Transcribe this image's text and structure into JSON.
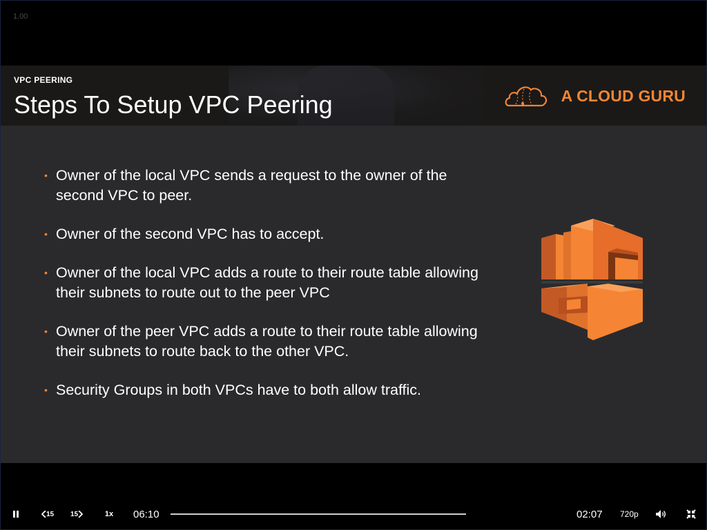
{
  "overlay": {
    "speed_indicator": "1.00"
  },
  "slide": {
    "section_label": "VPC PEERING",
    "title": "Steps To Setup VPC Peering",
    "brand": {
      "name": "A CLOUD GURU",
      "color": "#f58534"
    },
    "bullets": [
      "Owner of the local VPC sends a request to the owner of the second VPC to peer.",
      "Owner of the second VPC has to accept.",
      "Owner of the local VPC adds a route to their route table allowing their subnets to route out to the peer VPC",
      "Owner of the peer VPC adds a route to their route table allowing their subnets to route back to the other VPC.",
      "Security Groups in both VPCs have to both allow traffic."
    ],
    "bullet_marker": "•",
    "icon": "aws-vpc-peering-icon",
    "accent_color": "#f58534",
    "background_color": "#2a2a2c"
  },
  "player": {
    "play_state_icon": "pause-icon",
    "rewind_label": "15",
    "forward_label": "15",
    "speed_label": "1x",
    "elapsed_time": "06:10",
    "remaining_time": "02:07",
    "progress_fraction": 0.0,
    "quality_label": "720p",
    "volume_icon": "volume-icon",
    "fullscreen_icon": "exit-fullscreen-icon"
  }
}
